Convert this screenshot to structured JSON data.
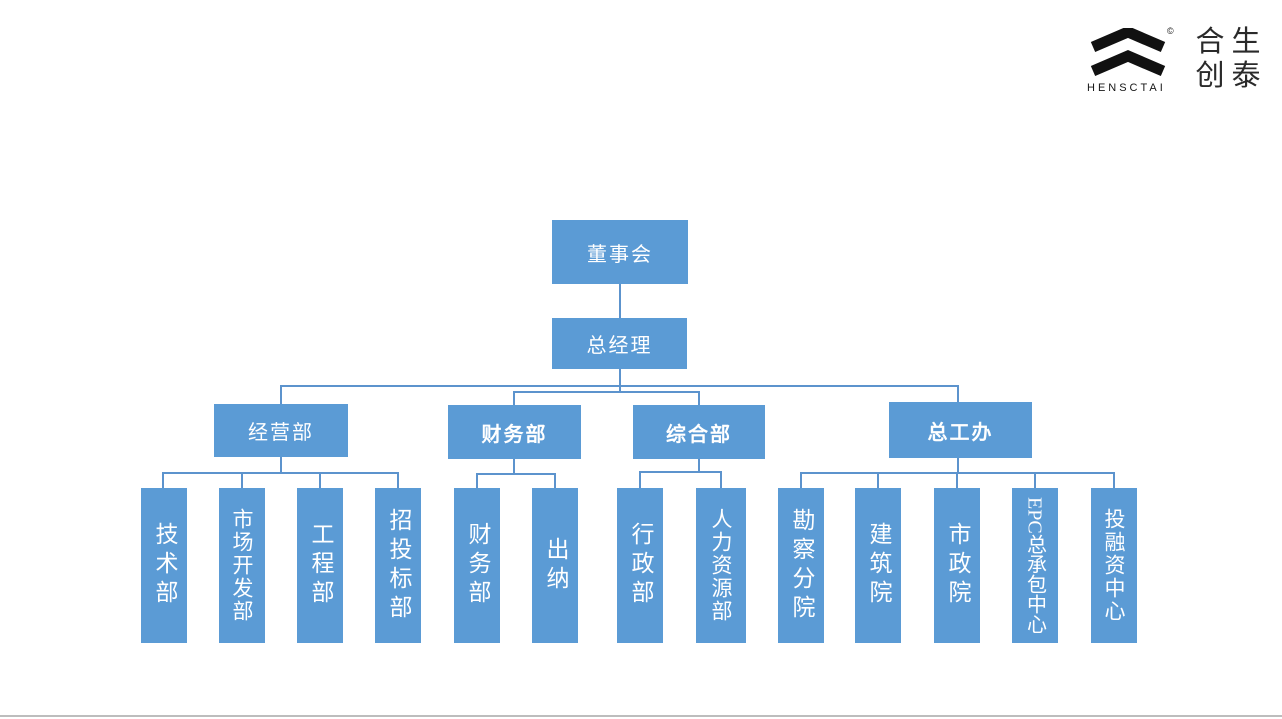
{
  "logo": {
    "brand": "HENSCTAI",
    "copyright_symbol": "©",
    "wordmark_chars": [
      "合",
      "生",
      "创",
      "泰"
    ]
  },
  "colors": {
    "box_fill": "#5b9bd5",
    "connector": "#5c93cd",
    "box_text": "#ffffff",
    "logo_black": "#111111"
  },
  "org": {
    "root": "董事会",
    "manager": "总经理",
    "departments": [
      {
        "label": "经营部",
        "children": [
          "技术部",
          "市场开发部",
          "工程部",
          "招投标部"
        ]
      },
      {
        "label": "财务部",
        "children": [
          "财务部",
          "出纳"
        ]
      },
      {
        "label": "综合部",
        "children": [
          "行政部",
          "人力资源部"
        ]
      },
      {
        "label": "总工办",
        "children": [
          "勘察分院",
          "建筑院",
          "市政院",
          "EPC总承包中心",
          "投融资中心"
        ]
      }
    ]
  }
}
